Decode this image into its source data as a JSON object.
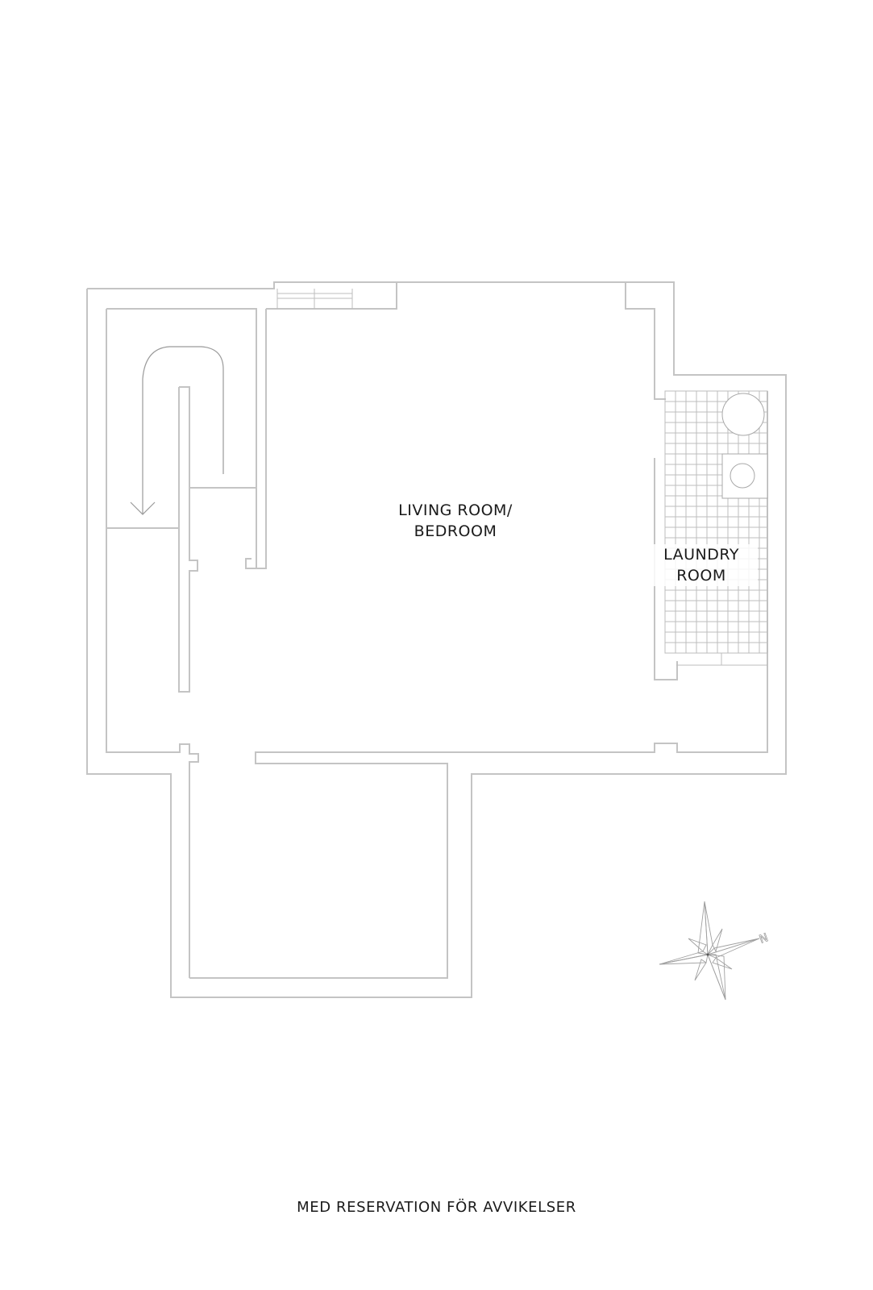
{
  "floorplan": {
    "rooms": [
      {
        "id": "living-room",
        "label_line1": "LIVING ROOM/",
        "label_line2": "BEDROOM"
      },
      {
        "id": "laundry-room",
        "label_line1": "LAUNDRY",
        "label_line2": "ROOM"
      }
    ],
    "features": {
      "staircase": "u-shaped-stair-with-down-arrow",
      "window": "top-wall-window",
      "laundry_fixtures": [
        "washer-circle",
        "sink-circle"
      ],
      "laundry_floor": "tiled-grid",
      "lower_space": "open-lower-room"
    },
    "compass": {
      "icon": "compass-rose-icon",
      "north_label": "N"
    },
    "colors": {
      "lines": "#c4c4c4",
      "text": "#1a1a1a",
      "background": "#ffffff"
    }
  },
  "footer": {
    "disclaimer": "MED RESERVATION FÖR AVVIKELSER"
  }
}
